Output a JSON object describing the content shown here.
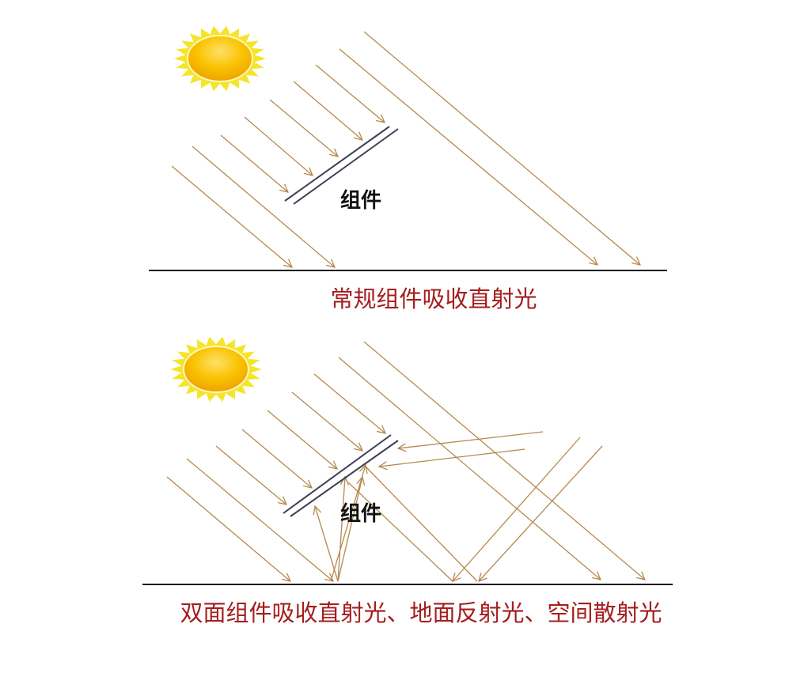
{
  "top": {
    "module_label": "组件",
    "caption": "常规组件吸收直射光"
  },
  "bottom": {
    "module_label": "组件",
    "caption": "双面组件吸收直射光、地面反射光、空间散射光"
  },
  "colors": {
    "ray": "#b58a4e",
    "caption": "#a51d1d",
    "sun_core": "#f7b500",
    "sun_rays": "#f5e52a"
  }
}
